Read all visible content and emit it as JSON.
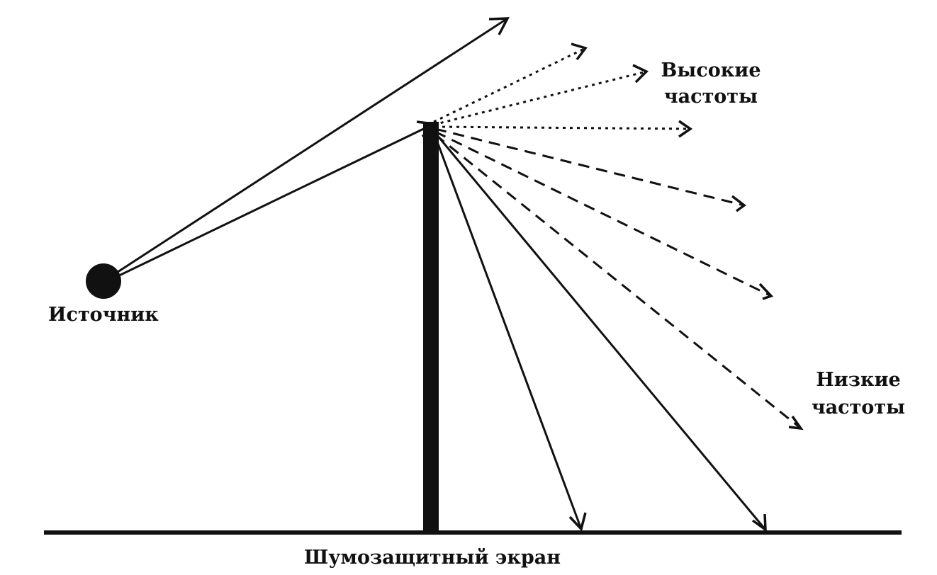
{
  "labels": {
    "source": "Источник",
    "high_line1": "Высокие",
    "high_line2": "частоты",
    "low_line1": "Низкие",
    "low_line2": "частоты",
    "screen": "Шумозащитный экран"
  },
  "colors": {
    "ink": "#111111",
    "background": "#ffffff"
  }
}
